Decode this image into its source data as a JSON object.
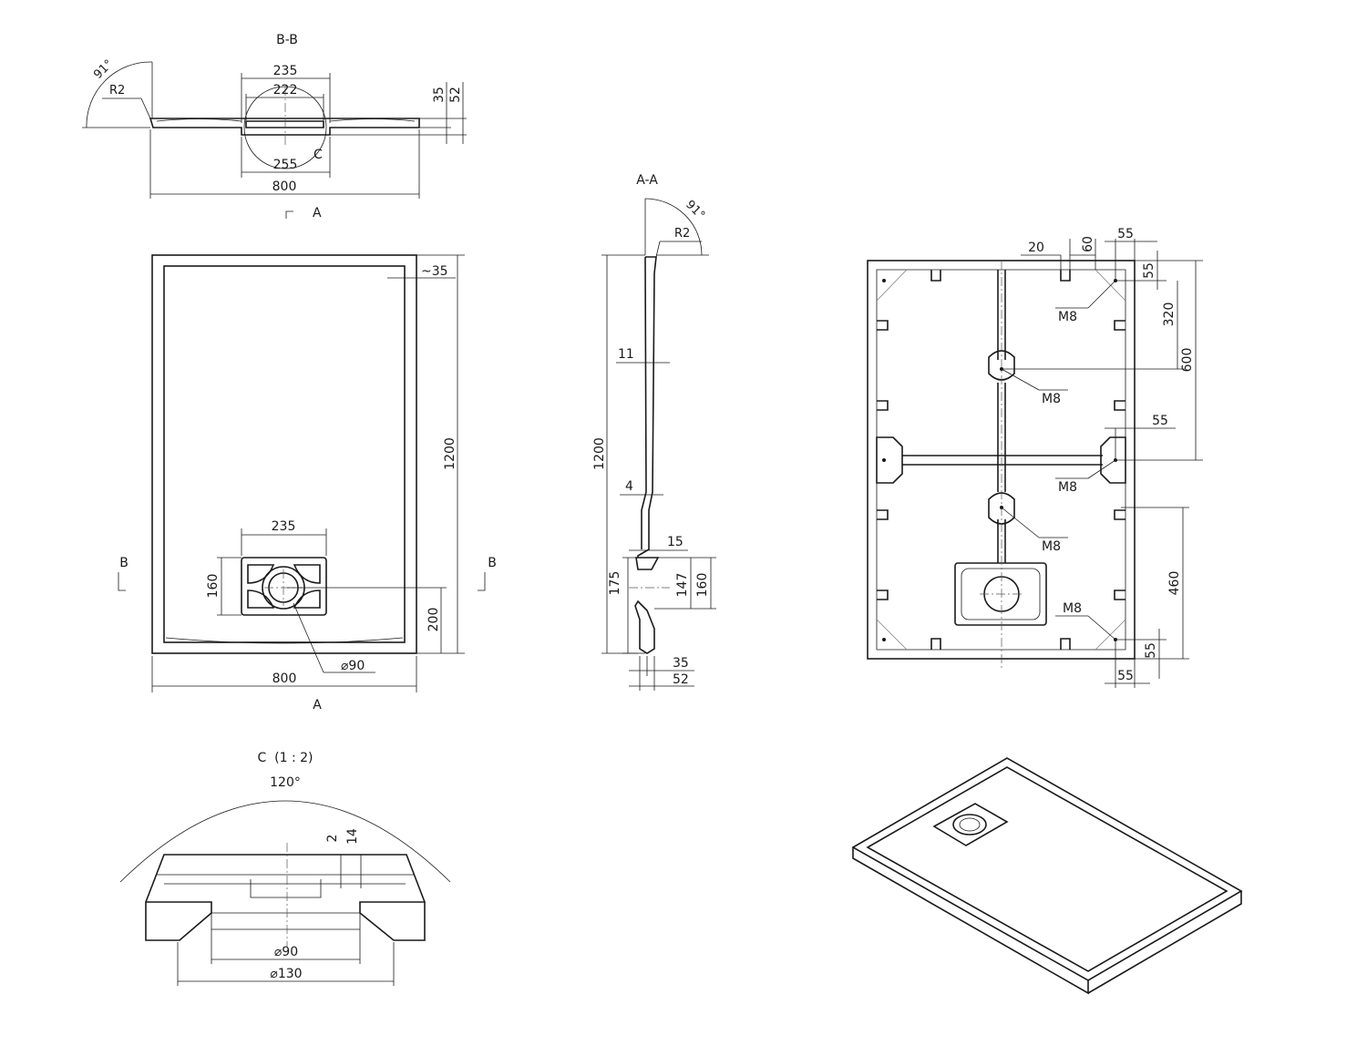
{
  "views": {
    "section_bb": {
      "title": "B-B",
      "angle": "91°",
      "radius": "R2",
      "dim_235": "235",
      "dim_222": "222",
      "dim_255": "255",
      "dim_800": "800",
      "dim_35": "35",
      "dim_52": "52",
      "detail_label": "C"
    },
    "top_view": {
      "section_mark_a_top": "A",
      "section_mark_a_bottom": "A",
      "section_mark_b_left": "B",
      "section_mark_b_right": "B",
      "dim_rim": "~35",
      "dim_1200": "1200",
      "dim_235": "235",
      "dim_160": "160",
      "dim_200": "200",
      "dim_800": "800",
      "dim_drain": "⌀90"
    },
    "section_aa": {
      "title": "A-A",
      "angle": "91°",
      "radius": "R2",
      "dim_11": "11",
      "dim_1200": "1200",
      "dim_4": "4",
      "dim_15": "15",
      "dim_175": "175",
      "dim_147": "147",
      "dim_160": "160",
      "dim_35": "35",
      "dim_52": "52"
    },
    "bottom_view": {
      "dim_20": "20",
      "dim_60": "60",
      "dim_55_top": "55",
      "dim_55_right_top": "55",
      "dim_320": "320",
      "dim_600": "600",
      "dim_55_mid": "55",
      "dim_460": "460",
      "dim_55_right_bottom": "55",
      "dim_55_bottom": "55",
      "thread_labels": [
        "M8",
        "M8",
        "M8",
        "M8",
        "M8"
      ]
    },
    "detail_c": {
      "title": "C  (1 : 2)",
      "angle": "120°",
      "dim_2": "2",
      "dim_14": "14",
      "dim_90": "⌀90",
      "dim_130": "⌀130"
    }
  }
}
